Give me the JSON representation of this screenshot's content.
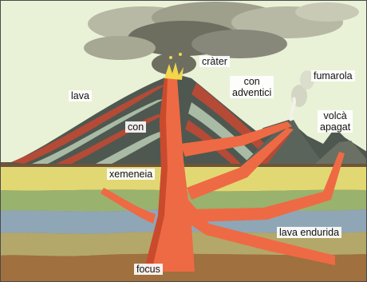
{
  "labels": {
    "crater": "cràter",
    "adventitious_cone": "con\nadventici",
    "fumarole": "fumarola",
    "lava": "lava",
    "extinct_volcano": "volcà\napagat",
    "cone": "con",
    "chimney": "xemeneia",
    "hardened_lava": "lava endurida",
    "focus": "focus"
  },
  "colors": {
    "sky": "#e9f1d6",
    "smoke_dark": "#6d6e60",
    "smoke_light": "#b7b9a4",
    "magma": "#ee6a44",
    "magma_dark": "#c94a2c",
    "lava_layer": "#b54a36",
    "ash_layer": "#a9bba4",
    "mountain_dark": "#4f5850",
    "ground_yellow": "#e2d873",
    "ground_green": "#99b36f",
    "ground_blue": "#8fa6b6",
    "ground_brown": "#a0703f",
    "frame": "#4a4a4a"
  }
}
